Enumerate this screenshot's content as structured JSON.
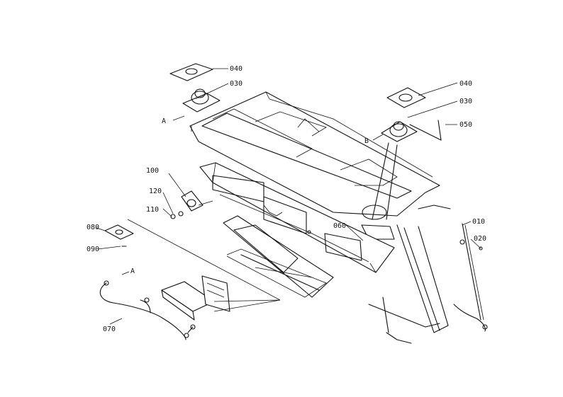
{
  "labels": {
    "p040a": "040",
    "p030a": "030",
    "p040b": "040",
    "p030b": "030",
    "p050": "050",
    "pA1": "A",
    "pB": "B",
    "p100": "100",
    "p120": "120",
    "p110": "110",
    "p080": "080",
    "p090": "090",
    "p060": "060",
    "p010": "010",
    "p020": "020",
    "pA2": "A",
    "p070": "070"
  }
}
